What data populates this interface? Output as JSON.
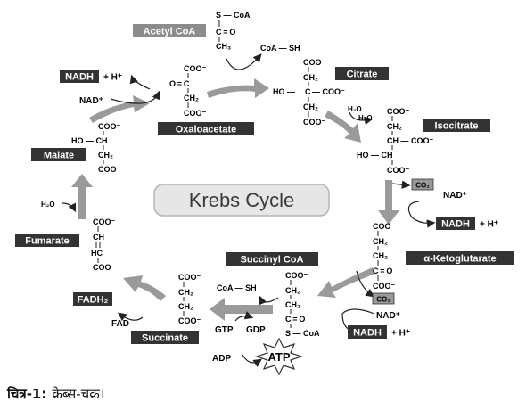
{
  "title": "Krebs Cycle",
  "caption": {
    "label": "चित्र-1:",
    "text": "क्रेब्स-चक्र।"
  },
  "metabolites": {
    "acetyl_coa": "Acetyl CoA",
    "citrate": "Citrate",
    "isocitrate": "Isocitrate",
    "alpha_ketoglutarate": "α-Ketoglutarate",
    "succinyl_coa": "Succinyl CoA",
    "succinate": "Succinate",
    "fumarate": "Fumarate",
    "malate": "Malate",
    "oxaloacetate": "Oxaloacetate"
  },
  "cofactors": {
    "nadh_1": "NADH",
    "nadh_2": "NADH",
    "nadh_3": "NADH",
    "fadh2": "FADH₂",
    "h_plus": "+ H⁺",
    "nad_plus": "NAD⁺",
    "fad": "FAD",
    "co2": "CO₂",
    "coa_sh": "CoA — SH",
    "h2o": "H₂O",
    "gtp": "GTP",
    "gdp": "GDP",
    "adp": "ADP",
    "atp": "ATP"
  },
  "formula": {
    "coo": "COO⁻",
    "ch2": "CH₂",
    "ch3": "CH₃",
    "c_eq_o": "C = O",
    "o_eq_c": "O = C",
    "s_coa": "S — CoA",
    "ho": "HO —",
    "ho_ch": "HO — CH",
    "ch": "CH",
    "hc": "HC",
    "c": "C",
    "coo_dash": "— COO⁻",
    "ch_coo": "CH — COO⁻"
  }
}
